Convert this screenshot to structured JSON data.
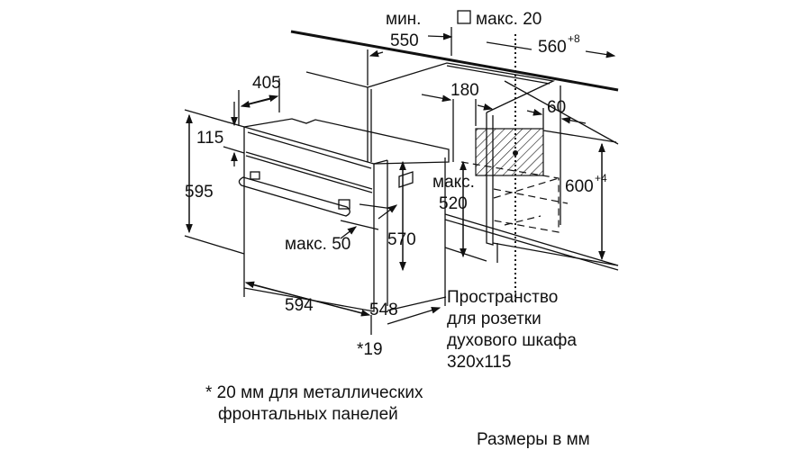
{
  "dimensions": {
    "min_label": "мин.",
    "depth_550": "550",
    "max20": "макс. 20",
    "width_560": "560",
    "width_560_tol": "+8",
    "d405": "405",
    "d180": "180",
    "d60": "60",
    "d115": "115",
    "d595": "595",
    "height_600": "600",
    "height_600_tol": "+4",
    "max_label": "макс.",
    "d520": "520",
    "max50": "макс. 50",
    "d570": "570",
    "d594": "594",
    "d548": "548",
    "star19": "*19"
  },
  "socket_note": [
    "Пространство",
    "для розетки",
    "духового шкафа",
    "320x115"
  ],
  "footnote": [
    "* 20 мм для металлических",
    "фронтальных панелей"
  ],
  "units_note": "Размеры в мм"
}
